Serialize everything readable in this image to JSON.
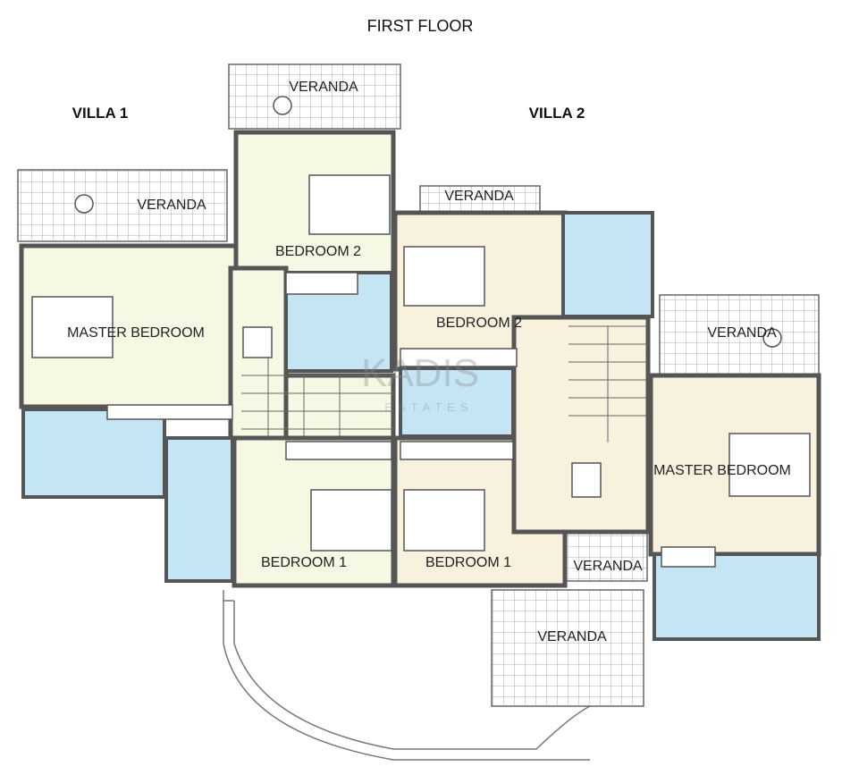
{
  "title": "FIRST FLOOR",
  "villas": [
    "VILLA 1",
    "VILLA 2"
  ],
  "rooms": {
    "v1_veranda_top": "VERANDA",
    "v1_veranda_left": "VERANDA",
    "v1_master": "MASTER BEDROOM",
    "v1_bed2": "BEDROOM 2",
    "v1_bed1": "BEDROOM 1",
    "v2_veranda_top": "VERANDA",
    "v2_veranda_right": "VERANDA",
    "v2_veranda_small": "VERANDA",
    "v2_veranda_bottom": "VERANDA",
    "v2_bed2": "BEDROOM 2",
    "v2_master": "MASTER BEDROOM",
    "v2_bed1": "BEDROOM 1"
  },
  "watermark": {
    "brand": "KADIS",
    "sub": "ESTATES"
  },
  "colors": {
    "villa1": "#f6f8e4",
    "villa2": "#f8f1dd",
    "bath": "#c4e5f4",
    "wall": "#555555",
    "veranda": "#ffffff"
  }
}
